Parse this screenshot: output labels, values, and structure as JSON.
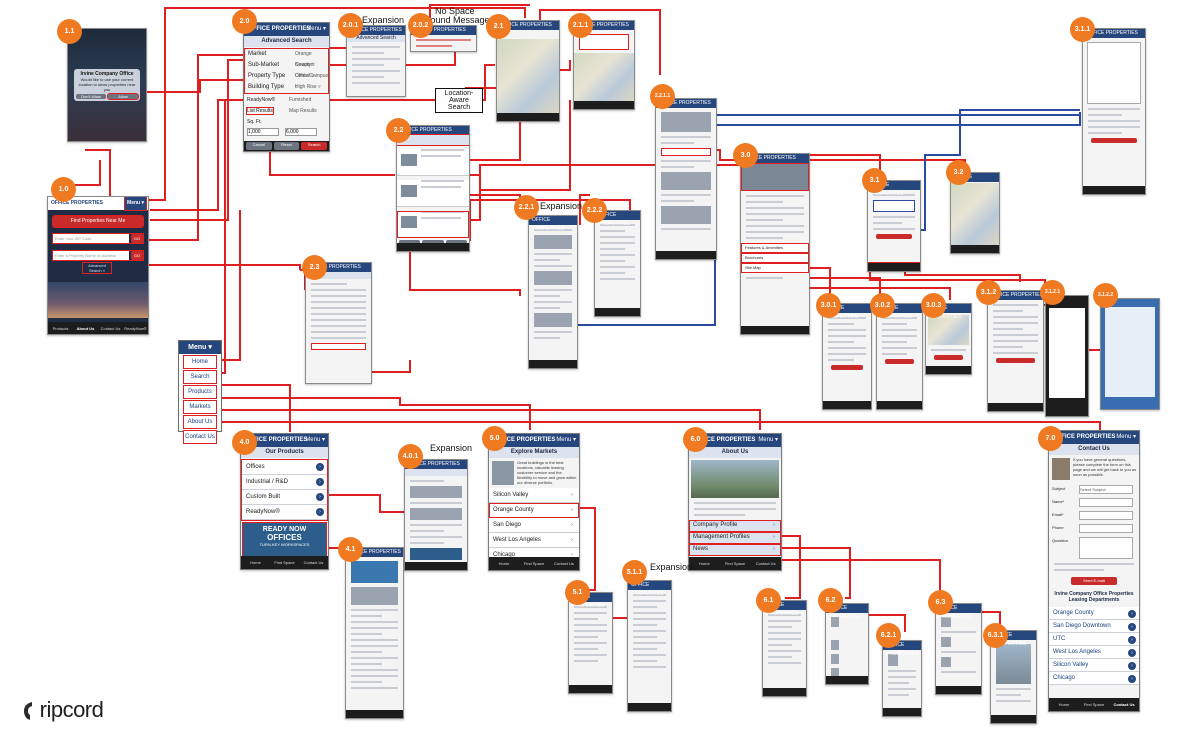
{
  "labels": {
    "expansion": "Expansion",
    "no_space_line1": "No Space",
    "no_space_line2": "Found Message",
    "location_aware_line1": "Location-",
    "location_aware_line2": "Aware Search"
  },
  "badges": [
    "1.0",
    "1.1",
    "2.0",
    "2.0.1",
    "2.0.2",
    "2.1",
    "2.1.1",
    "2.2",
    "2.2.1",
    "2.2.2",
    "2.2.1.1",
    "2.3",
    "3.0",
    "3.1",
    "3.2",
    "3.0.1",
    "3.0.2",
    "3.0.3",
    "3.1.1",
    "3.1.2",
    "3.1.2.1",
    "3.1.2.2",
    "4.0",
    "4.0.1",
    "4.1",
    "5.0",
    "5.1",
    "5.1.1",
    "6.0",
    "6.1",
    "6.2",
    "6.2.1",
    "6.3",
    "6.3.1",
    "7.0"
  ],
  "brand": {
    "header": "OFFICE PROPERTIES",
    "menu": "Menu ▾",
    "company": "ripcord"
  },
  "home": {
    "find_near_me": "Find Properties Near Me",
    "zip_placeholder": "Enter Your ZIP Code",
    "name_placeholder": "Enter a Property Name or Address",
    "go": "GO",
    "advanced": "Advanced Search »",
    "tabs": [
      "Products",
      "About Us",
      "Contact Us",
      "ReadyNow®"
    ]
  },
  "location_prompt": {
    "title": "Irvine Company Office",
    "message": "Would like to use your current location to show properties near you",
    "dont_allow": "Don't Allow",
    "allow": "Allow"
  },
  "advanced_search": {
    "title": "Advanced Search",
    "fields": [
      {
        "label": "Market",
        "value": "Orange County ▿"
      },
      {
        "label": "Sub-Market",
        "value": "Newport Center ▿"
      },
      {
        "label": "Property Type",
        "value": "Office/Campus ▿"
      },
      {
        "label": "Building Type",
        "value": "High Rise ▿"
      }
    ],
    "check_readynow": "ReadyNow®",
    "check_furnished": "Furnished",
    "list_results": "List Results",
    "map_results": "Map Results",
    "sqft": "Sq. Ft.",
    "min": "1,000",
    "max": "6,000",
    "cancel": "Cancel",
    "reset": "Reset",
    "search": "Search"
  },
  "menu": {
    "title": "Menu ▾",
    "items": [
      "Home",
      "Search",
      "Products",
      "Markets",
      "About Us",
      "Contact Us"
    ]
  },
  "products": {
    "title": "Our Products",
    "items": [
      "Offices",
      "Industrial / R&D",
      "Custom Built",
      "ReadyNow®"
    ],
    "promo_line1": "READY NOW",
    "promo_line2": "OFFICES",
    "promo_sub": "TURN-KEY WORKSPACES",
    "tabs": [
      "Home",
      "Find Space",
      "Contact Us"
    ]
  },
  "markets": {
    "title": "Explore Markets",
    "intro": "Great buildings in the best locations, valuable leasing customer service and the flexibility to move and grow within our diverse portfolio.",
    "items": [
      "Silicon Valley",
      "Orange County",
      "San Diego",
      "West Los Angeles",
      "Chicago"
    ]
  },
  "about": {
    "title": "About Us",
    "items": [
      "Company Profile",
      "Management Profiles",
      "News"
    ]
  },
  "contact": {
    "title": "Contact Us",
    "intro": "If you have general questions, please complete the form on this page and we will get back to you as soon as possible.",
    "fields": [
      "Subject",
      "Name*",
      "Email*",
      "Phone",
      "Question"
    ],
    "subject_value": "Select Subject",
    "send": "Send E-mail",
    "leasing_title": "Irvine Company Office Properties Leasing Departments",
    "departments": [
      "Orange County",
      "San Diego Downtown",
      "UTC",
      "West Los Angeles",
      "Silicon Valley",
      "Chicago"
    ],
    "tabs": [
      "Home",
      "Find Space",
      "Contact Us"
    ]
  },
  "detail": {
    "sections": [
      "Features & Amenities",
      "Brochures",
      "Site Map"
    ]
  },
  "colors": {
    "wire_red": "#e02020",
    "wire_blue": "#2b4aa0",
    "brand_navy": "#26467e",
    "badge_orange": "#f07a22",
    "cta_red": "#c92a2a"
  }
}
